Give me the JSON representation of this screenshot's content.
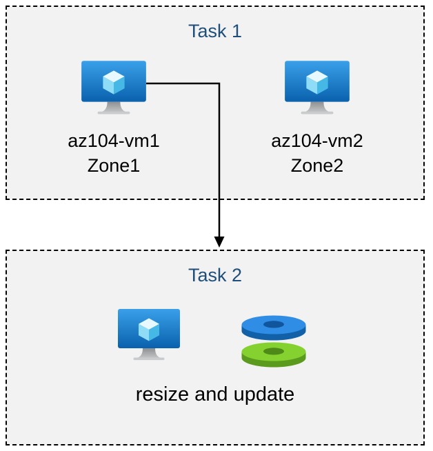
{
  "colors": {
    "box_background": "#f2f2f2",
    "box_border": "#000000",
    "title_blue": "#1f4e79",
    "label_black": "#000000",
    "monitor_blue_top": "#3aa0e9",
    "monitor_blue_bottom": "#0a61ad",
    "cube_cyan": "#73d4f2",
    "stand_gray": "#a6a7a8",
    "disk_blue_top": "#2f8de5",
    "disk_blue_side": "#1160a8",
    "disk_green_top": "#84d12f",
    "disk_green_side": "#5a9a1d",
    "arrow": "#000000"
  },
  "icons": {
    "vm": "vm-icon",
    "disks": "disks-icon",
    "arrow": "down-arrow-connector"
  },
  "task1": {
    "title": "Task 1",
    "vms": [
      {
        "name": "az104-vm1",
        "zone": "Zone1"
      },
      {
        "name": "az104-vm2",
        "zone": "Zone2"
      }
    ]
  },
  "task2": {
    "title": "Task 2",
    "caption": "resize and update"
  }
}
